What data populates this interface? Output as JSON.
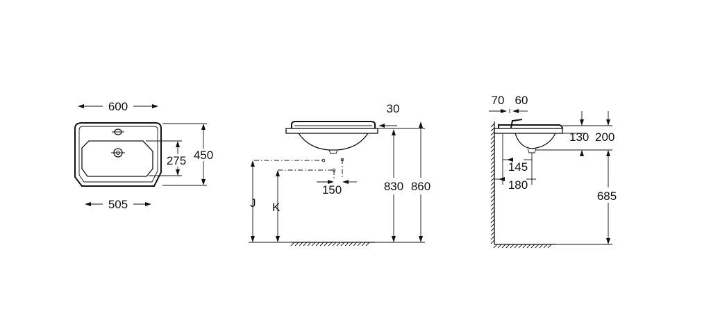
{
  "plan_view": {
    "width_label": "600",
    "bowl_width_label": "505",
    "depth_label": "450",
    "bowl_depth_label": "275"
  },
  "front_view": {
    "rim_label": "30",
    "spacing_label": "150",
    "height_830_label": "830",
    "height_860_label": "860",
    "j_label": "J",
    "k_label": "K"
  },
  "side_view": {
    "wall_70_label": "70",
    "tap_60_label": "60",
    "depth_130_label": "130",
    "depth_200_label": "200",
    "reach_145_label": "145",
    "reach_180_label": "180",
    "height_685_label": "685"
  }
}
